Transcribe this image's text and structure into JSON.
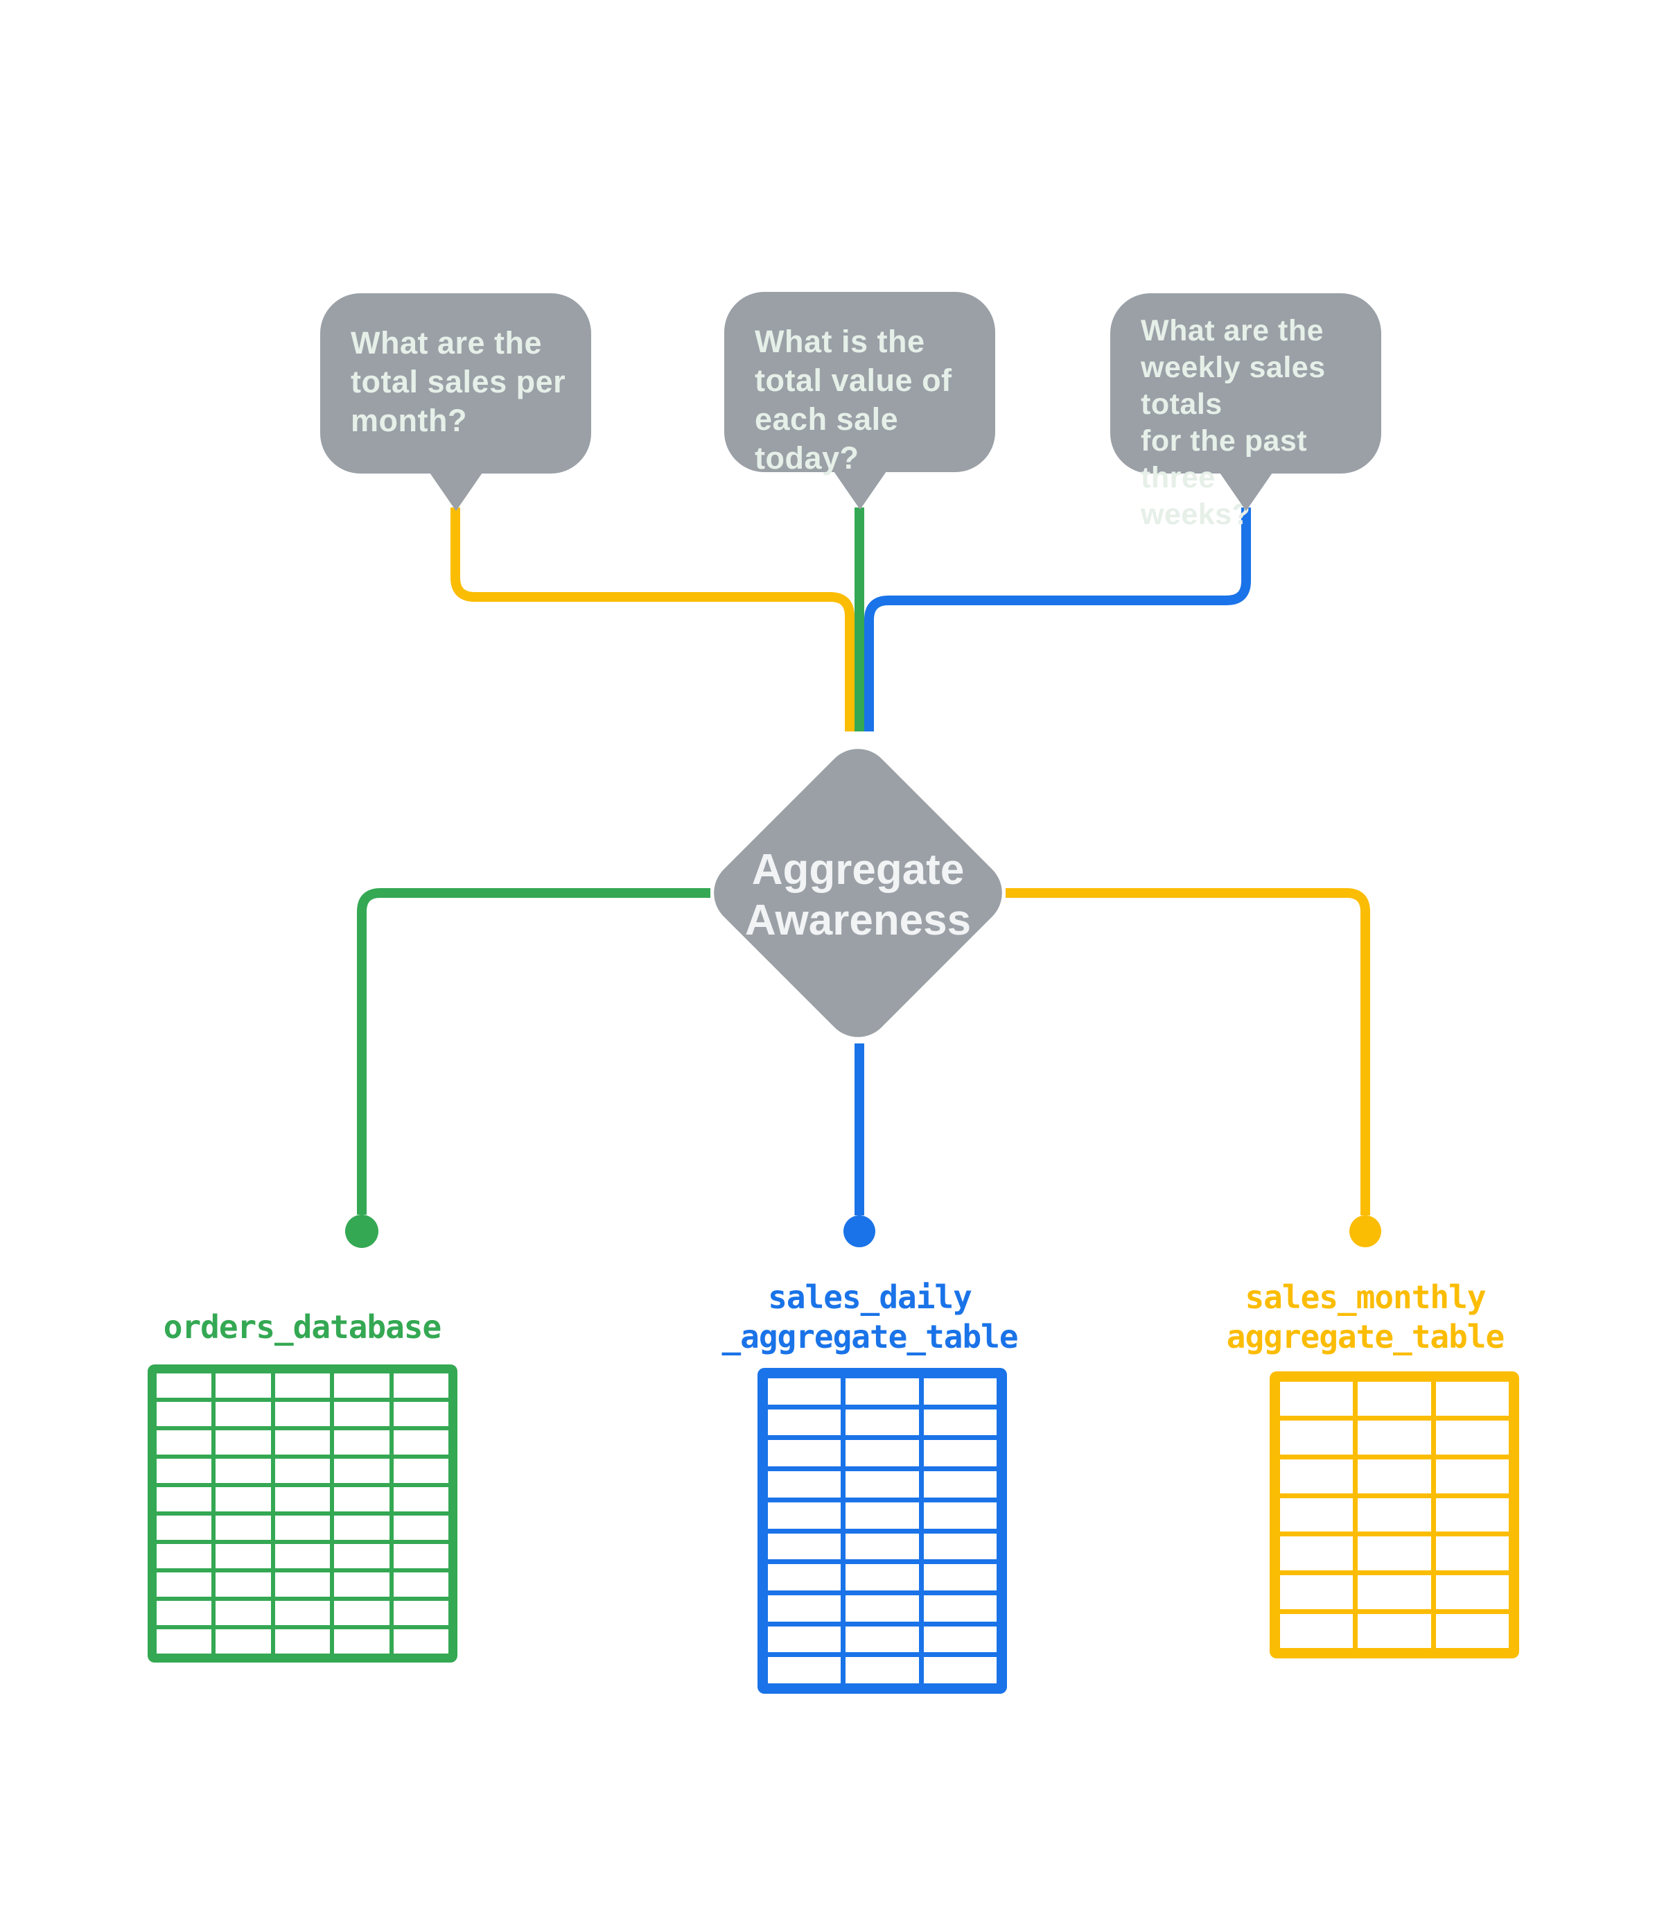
{
  "title": "Aggregate Awareness diagram",
  "colors": {
    "background": "#FFFFFF",
    "node_gray": "#9AA0A6",
    "bubble_text": "#E6EFE8",
    "node_text": "#F1F3F4",
    "green": "#34A853",
    "blue": "#1A73E8",
    "yellow": "#FBBC04"
  },
  "question_bubbles": [
    {
      "lines": [
        "What are the",
        "total sales per",
        "month?"
      ],
      "connector_color": "#FBBC04"
    },
    {
      "lines": [
        "What is the",
        "total value of",
        "each sale today?"
      ],
      "connector_color": "#34A853"
    },
    {
      "lines": [
        "What are the",
        "weekly sales totals",
        "for the past three",
        "weeks?"
      ],
      "connector_color": "#1A73E8"
    }
  ],
  "decision_node": {
    "lines": [
      "Aggregate",
      "Awareness"
    ]
  },
  "data_tables": [
    {
      "label_lines": [
        "orders_database"
      ],
      "color": "#34A853",
      "columns": 5,
      "rows": 10
    },
    {
      "label_lines": [
        "sales_daily",
        "_aggregate_table"
      ],
      "color": "#1A73E8",
      "columns": 3,
      "rows": 10
    },
    {
      "label_lines": [
        "sales_monthly",
        "aggregate_table"
      ],
      "color": "#FBBC04",
      "columns": 3,
      "rows": 7
    }
  ]
}
